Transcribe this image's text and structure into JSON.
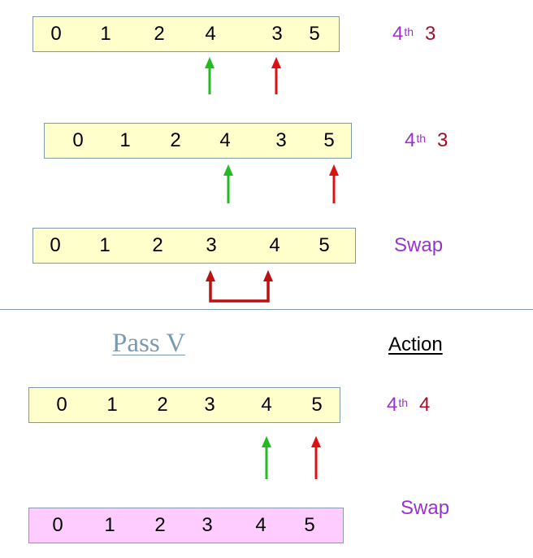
{
  "rows": [
    {
      "values": [
        "0",
        "1",
        "2",
        "4",
        "3",
        "5"
      ],
      "ordinal": "4",
      "ordinal_suffix": "th",
      "value": "3"
    },
    {
      "values": [
        "0",
        "1",
        "2",
        "4",
        "3",
        "5"
      ],
      "ordinal": "4",
      "ordinal_suffix": "th",
      "value": "3"
    },
    {
      "values": [
        "0",
        "1",
        "2",
        "3",
        "4",
        "5"
      ],
      "action": "Swap"
    },
    {
      "values": [
        "0",
        "1",
        "2",
        "3",
        "4",
        "5"
      ],
      "ordinal": "4",
      "ordinal_suffix": "th",
      "value": "4"
    },
    {
      "values": [
        "0",
        "1",
        "2",
        "3",
        "4",
        "5"
      ],
      "action": "Swap"
    }
  ],
  "pass_title": "Pass V",
  "action_header": "Action",
  "colors": {
    "row_fill": "#ffffcc",
    "final_row_fill": "#ffccff",
    "green_arrow": "#22bb22",
    "red_arrow": "#dd1111",
    "swap_connector": "#bb1111",
    "purple_text": "#9933cc",
    "dark_red_text": "#a0102a"
  }
}
